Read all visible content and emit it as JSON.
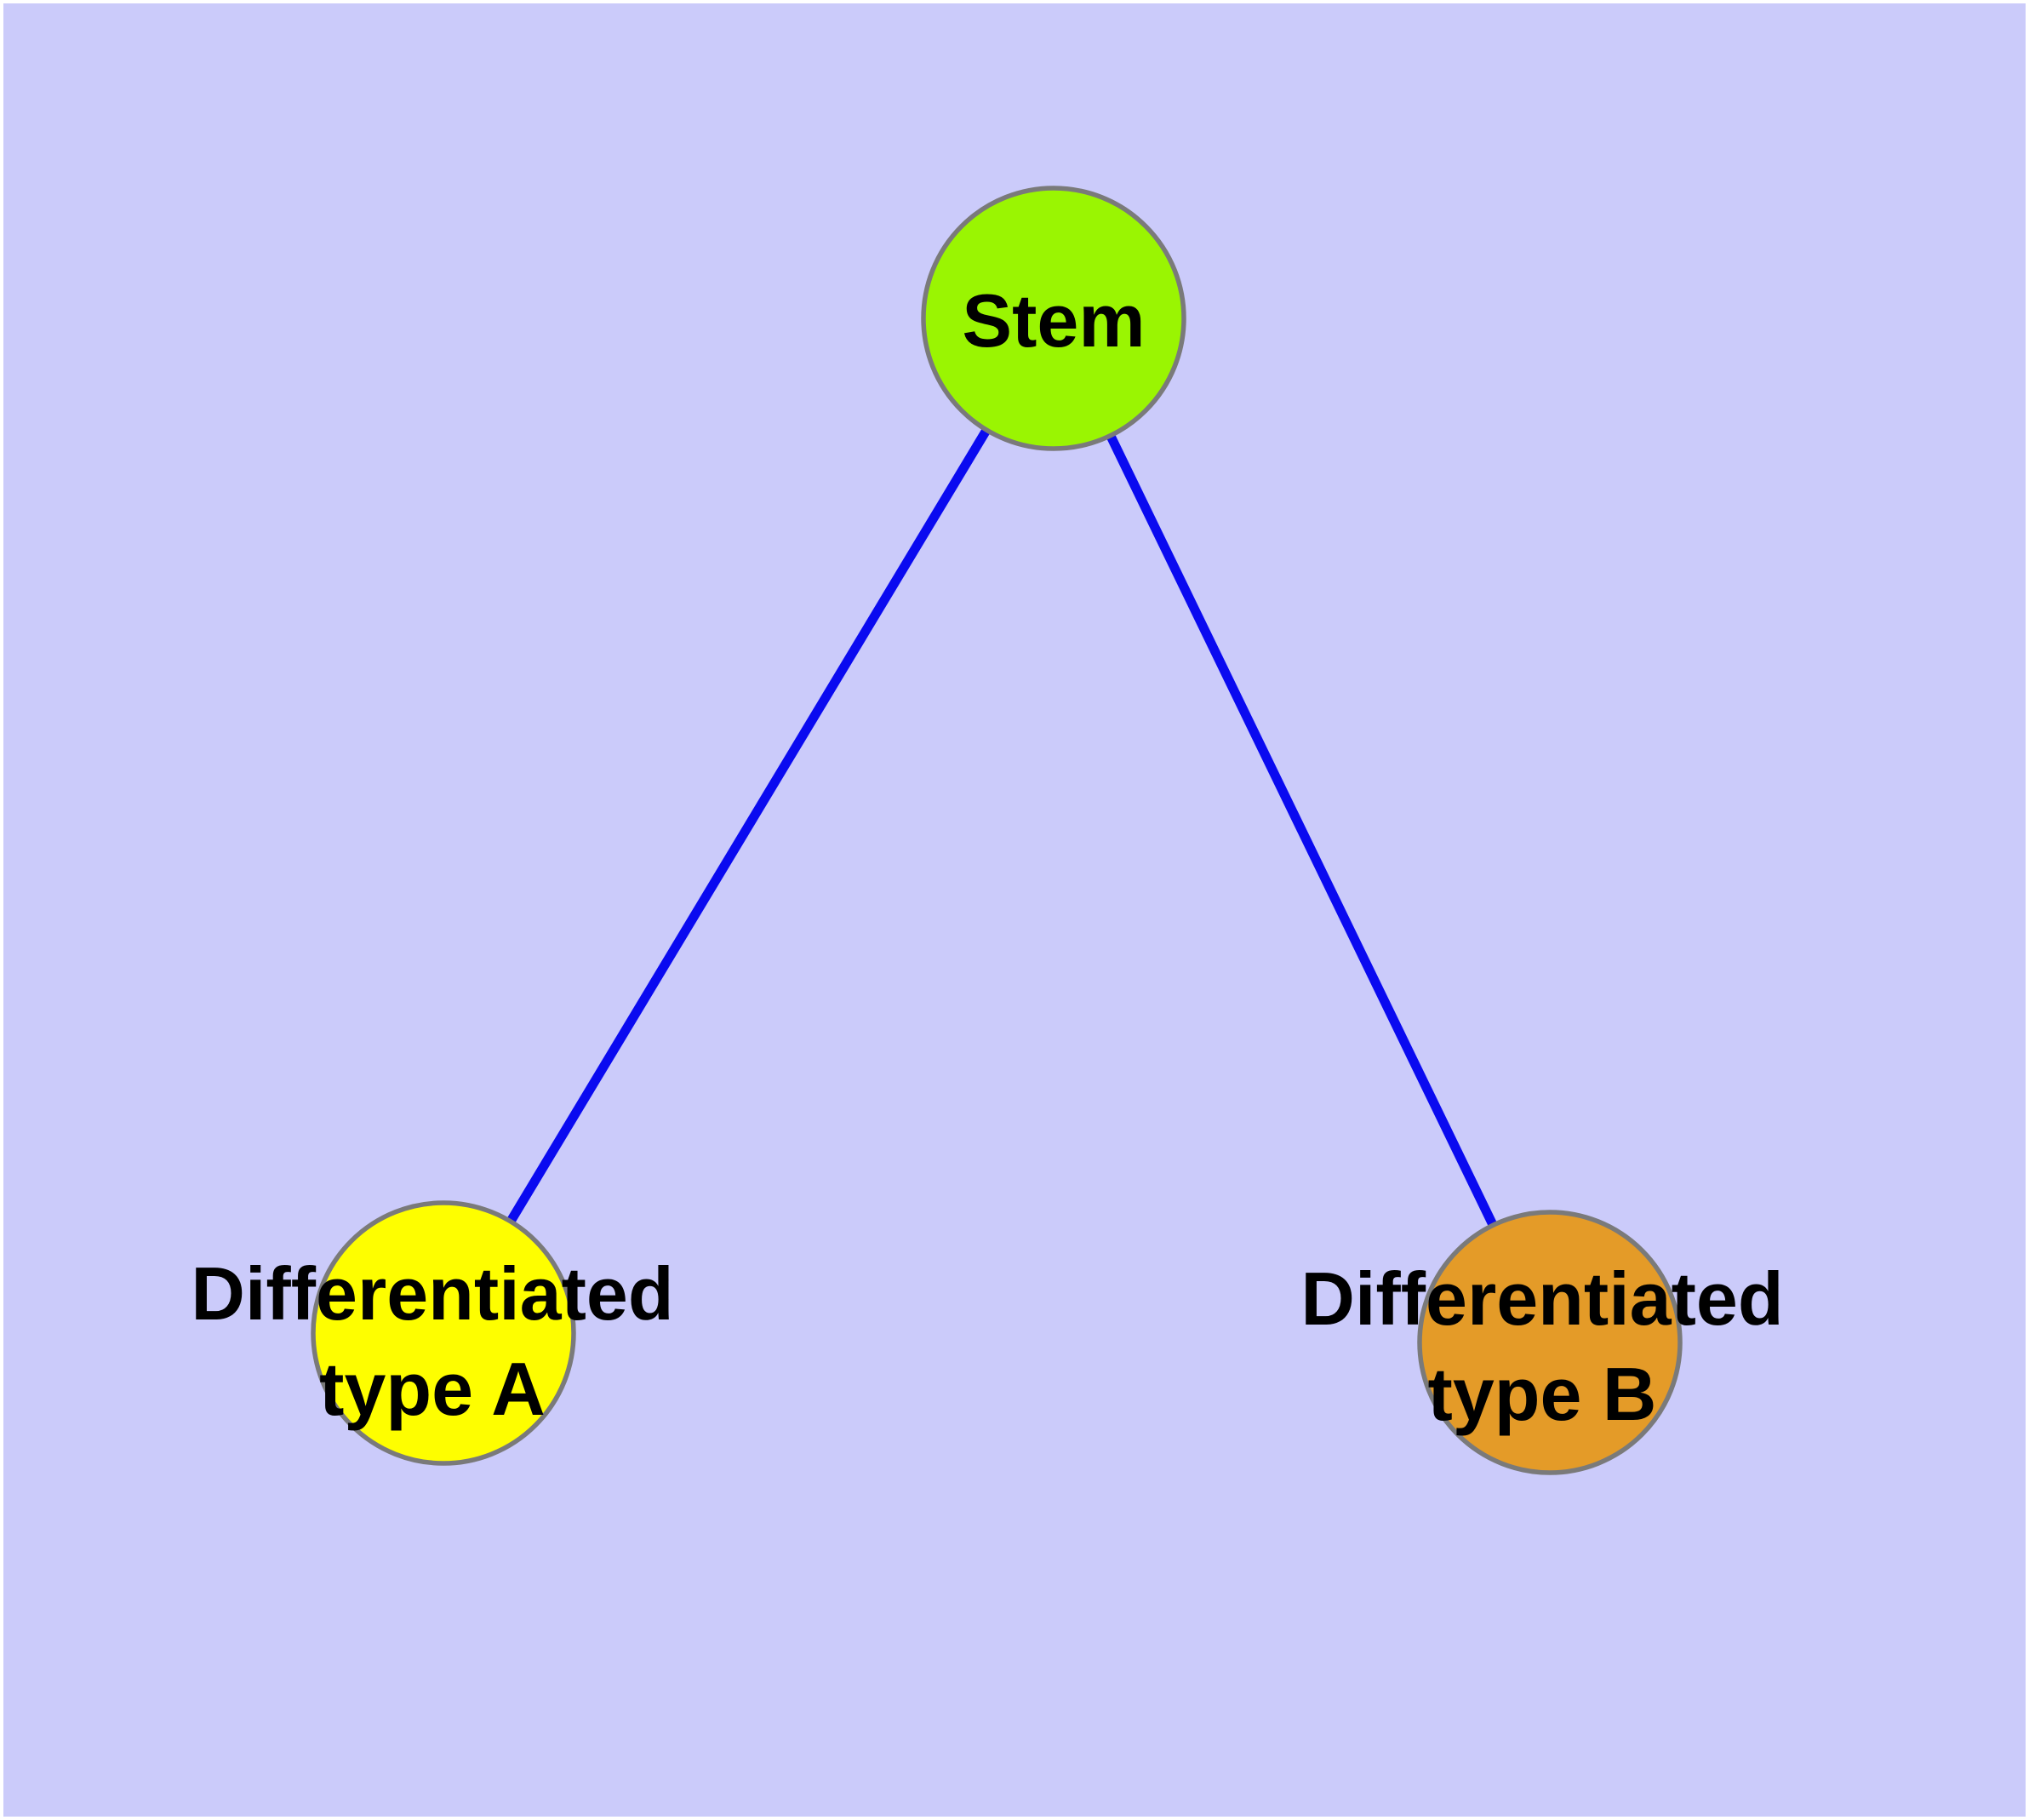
{
  "diagram": {
    "kind": "node-link-graph",
    "background_color": "#CBCBFA",
    "frame_color": "#FFFFFF",
    "edge_color": "#0A0AF0",
    "node_border_color": "#7A7A7A",
    "text_color": "#000000",
    "nodes": [
      {
        "id": "stem",
        "label": "Stem",
        "label_line1": "Stem",
        "label_line2": "",
        "color": "#9AF502"
      },
      {
        "id": "differentiated-type-a",
        "label": "Differentiated type A",
        "label_line1": "Differentiated",
        "label_line2": "type A",
        "color": "#FEFE00"
      },
      {
        "id": "differentiated-type-b",
        "label": "Differentiated type B",
        "label_line1": "Differentiated",
        "label_line2": "type B",
        "color": "#E49B28"
      }
    ],
    "edges": [
      {
        "source": "Stem",
        "target": "Differentiated type A"
      },
      {
        "source": "Stem",
        "target": "Differentiated type B"
      }
    ]
  }
}
